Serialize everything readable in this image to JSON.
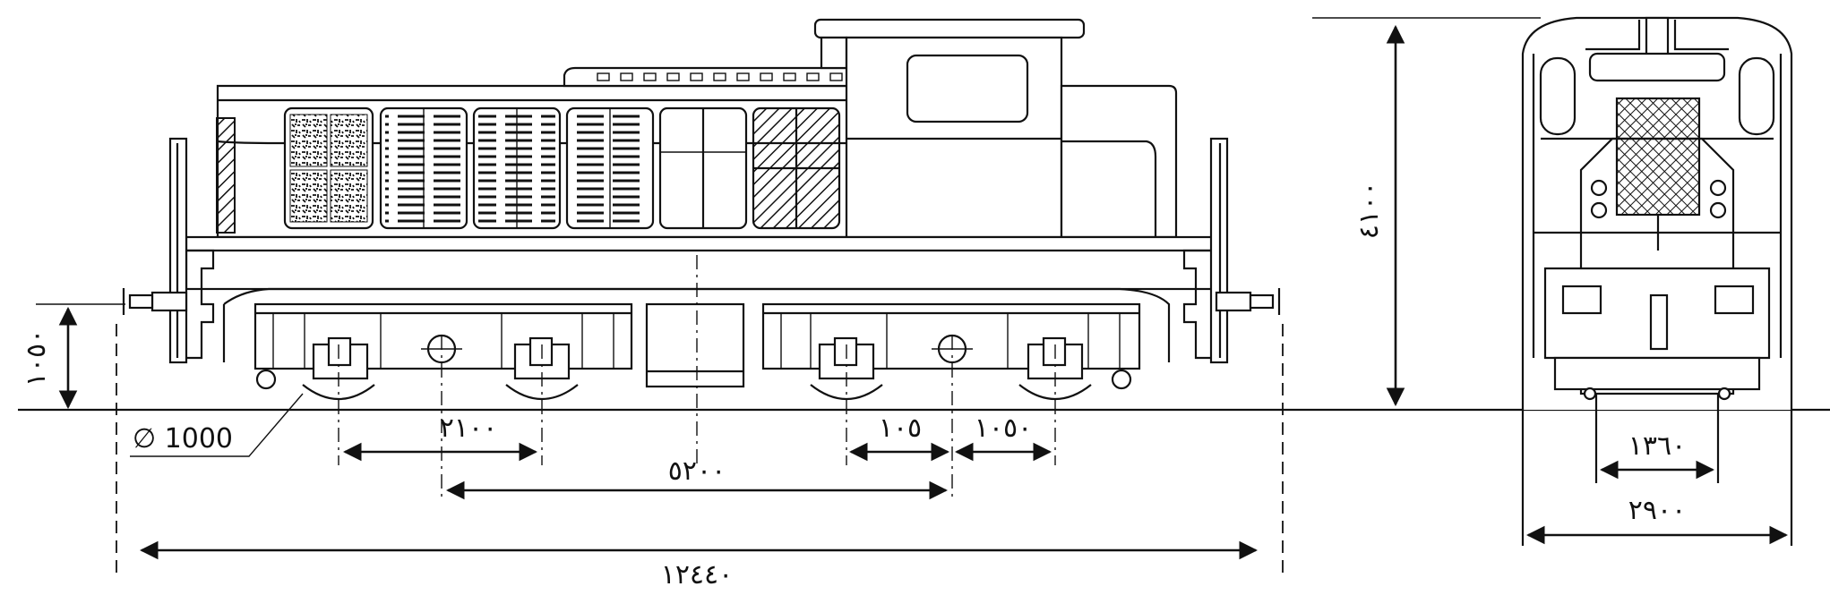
{
  "dimensions": {
    "wheel_diameter": "∅ 1000",
    "buffer_height": "١٠٥٠",
    "bogie_wheelbase": "٢١٠٠",
    "bogie_centres": "٥٢٠٠",
    "axle_offset_a": "١٠٥",
    "axle_offset_b": "١٠٥٠",
    "length_over_buffers": "١٢٤٤٠",
    "height": "٤١٠٠",
    "track_gauge": "١٣٦٠",
    "width": "٢٩٠٠"
  }
}
